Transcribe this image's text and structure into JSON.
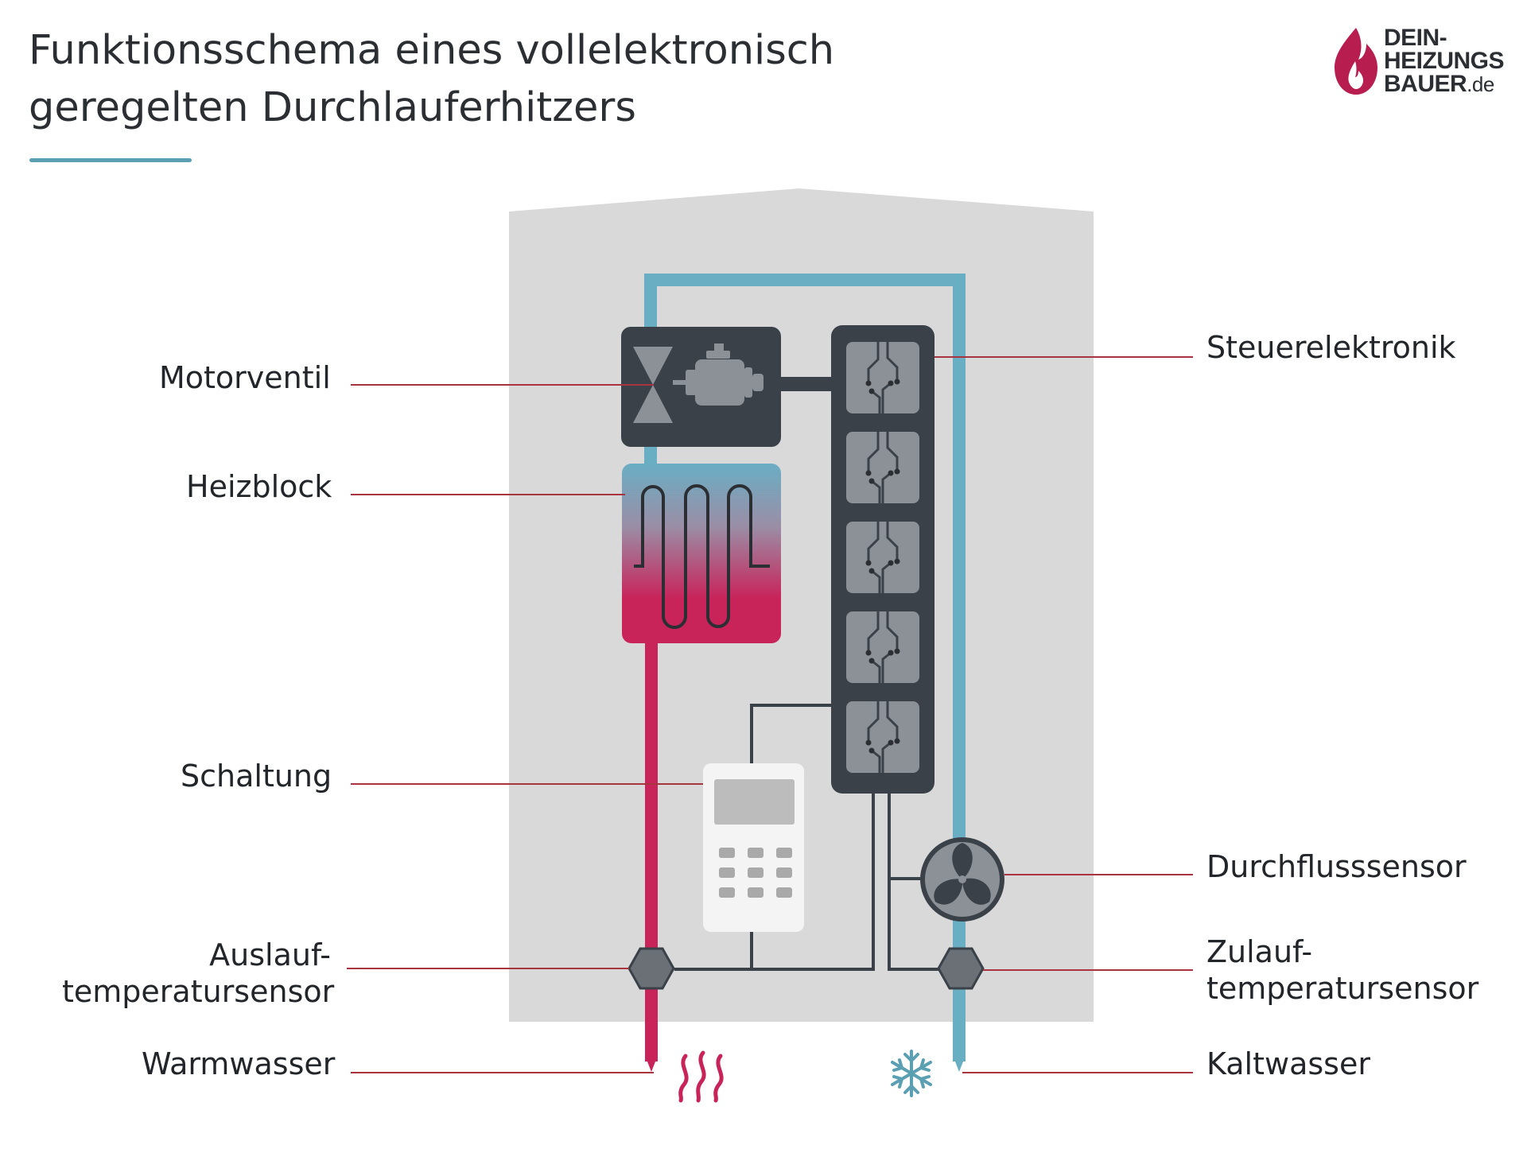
{
  "title": {
    "line1": "Funktionsschema eines vollelektronisch",
    "line2": "geregelten Durchlauferhitzers"
  },
  "logo": {
    "line1": "DEIN-",
    "line2": "HEIZUNGS",
    "line3": "BAUER",
    "suffix": ".de"
  },
  "labels": {
    "motorventil": "Motorventil",
    "heizblock": "Heizblock",
    "schaltung": "Schaltung",
    "auslauf_line1": "Auslauf-",
    "auslauf_line2": "temperatursensor",
    "warmwasser": "Warmwasser",
    "steuerelektronik": "Steuerelektronik",
    "durchflusssensor": "Durchflusssensor",
    "zulauf_line1": "Zulauf-",
    "zulauf_line2": "temperatursensor",
    "kaltwasser": "Kaltwasser"
  },
  "icons": {
    "warm": "heat-waves-icon",
    "cold": "snowflake-icon",
    "logo": "flame-icon"
  },
  "colors": {
    "hot": "#c8245a",
    "cold": "#6aaec4",
    "accent_rule": "#5b9fb3",
    "dark": "#3a4148",
    "housing": "#d9d9d9",
    "leader": "#a8343f"
  }
}
